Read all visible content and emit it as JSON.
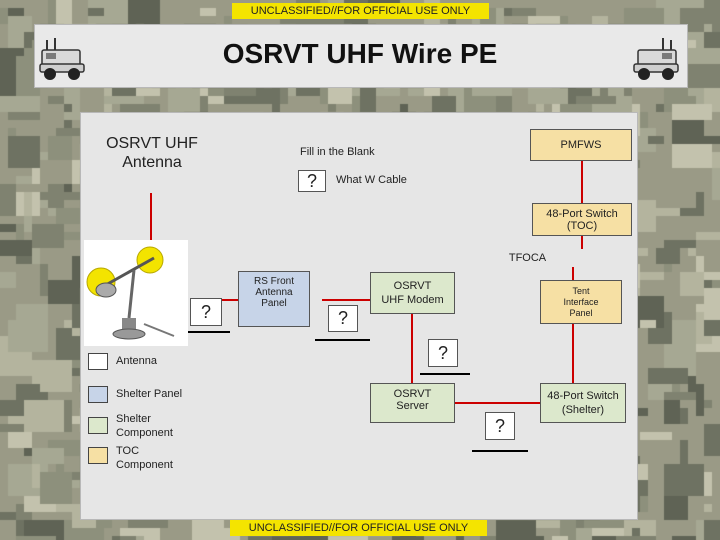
{
  "banner": {
    "top": "UNCLASSIFIED//FOR OFFICIAL USE ONLY",
    "bottom": "UNCLASSIFIED//FOR OFFICIAL USE ONLY"
  },
  "title": "OSRVT UHF Wire PE",
  "diagram": {
    "antenna_heading": "OSRVT UHF\nAntenna",
    "fill_in_blank": "Fill in the Blank",
    "question_mark": "?",
    "what_w_cable": "What W Cable",
    "pmfws": "PMFWS",
    "switch_toc": "48-Port Switch\n(TOC)",
    "tfoca": "TFOCA",
    "rs_front": "RS Front\nAntenna\nPanel",
    "osrvt_modem": "OSRVT\nUHF Modem",
    "tent_interface": "Tent\nInterface\nPanel",
    "osrvt_server": "OSRVT\nServer",
    "switch_shelter": "48-Port Switch\n(Shelter)"
  },
  "legend": {
    "antenna": "Antenna",
    "shelter_panel": "Shelter Panel",
    "shelter_component": "Shelter\nComponent",
    "toc_component": "TOC\nComponent"
  },
  "colors": {
    "line_red": "#cc0000",
    "blank_black": "#000000",
    "banner_yellow": "#f4e400"
  }
}
